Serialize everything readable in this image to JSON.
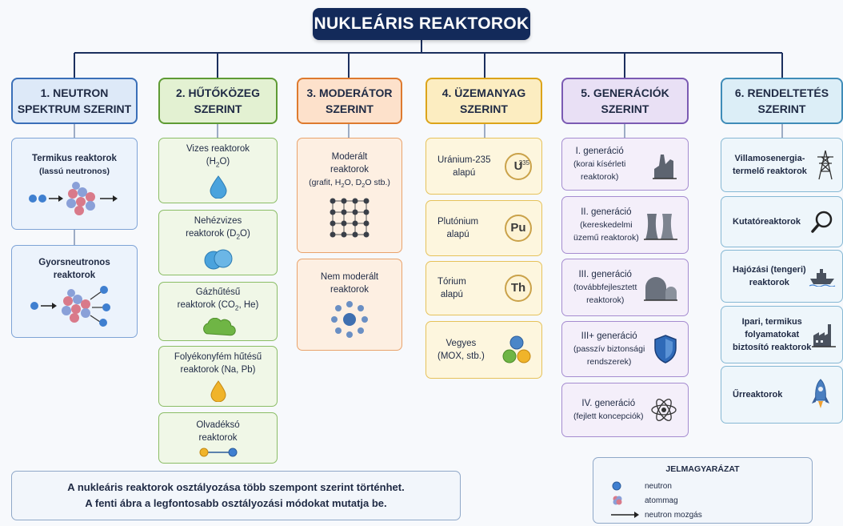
{
  "title": "NUKLEÁRIS REAKTOROK",
  "categories": [
    {
      "header": "1. NEUTRON\nSPEKTRUM SZERINT",
      "items": [
        {
          "label": "Termikus reaktorok",
          "sub": "(lassú neutronos)",
          "icon": "slow-neutron-fission-icon"
        },
        {
          "label": "Gyorsneutronos\nreaktorok",
          "icon": "fast-neutron-fission-icon"
        }
      ]
    },
    {
      "header": "2. HŰTŐKÖZEG\nSZERINT",
      "items": [
        {
          "label": "Vizes reaktorok",
          "formula": [
            "(H",
            "2",
            "O)"
          ],
          "icon": "water-drop-icon"
        },
        {
          "label": "Nehézvizes",
          "formula": [
            "reaktorok (D",
            "2",
            "O)"
          ],
          "icon": "heavy-water-drops-icon"
        },
        {
          "label": "Gázhűtésű",
          "formula": [
            "reaktorok (CO",
            "2",
            ", He)"
          ],
          "icon": "gas-cloud-icon"
        },
        {
          "label": "Folyékonyfém hűtésű\nreaktorok (Na, Pb)",
          "icon": "liquid-metal-drop-icon"
        },
        {
          "label": "Olvadéksó\nreaktorok",
          "icon": "molten-salt-icon"
        }
      ]
    },
    {
      "header": "3. MODERÁTOR\nSZERINT",
      "items": [
        {
          "label": "Moderált\nreaktorok",
          "formula": [
            "(grafit, H",
            "2",
            "O, D",
            "2",
            "O stb.)"
          ],
          "icon": "graphite-lattice-icon"
        },
        {
          "label": "Nem moderált\nreaktorok",
          "icon": "unmoderated-cluster-icon"
        }
      ]
    },
    {
      "header": "4. ÜZEMANYAG\nSZERINT",
      "items": [
        {
          "label": "Uránium-235\nalapú",
          "symbol": "U",
          "mass": "235",
          "icon": "uranium-icon"
        },
        {
          "label": "Plutónium\nalapú",
          "symbol": "Pu",
          "icon": "plutonium-icon"
        },
        {
          "label": "Tórium\nalapú",
          "symbol": "Th",
          "icon": "thorium-icon"
        },
        {
          "label": "Vegyes\n(MOX, stb.)",
          "icon": "mixed-fuel-icon"
        }
      ]
    },
    {
      "header": "5. GENERÁCIÓK\nSZERINT",
      "items": [
        {
          "label": "I. generáció",
          "sub": "(korai kísérleti\nreaktorok)",
          "icon": "early-plant-icon"
        },
        {
          "label": "II. generáció",
          "sub": "(kereskedelmi\nüzemű reaktorok)",
          "icon": "cooling-towers-icon"
        },
        {
          "label": "III. generáció",
          "sub": "(továbbfejlesztett\nreaktorok)",
          "icon": "containment-dome-icon"
        },
        {
          "label": "III+ generáció",
          "sub": "(passzív biztonsági\nrendszerek)",
          "icon": "shield-icon"
        },
        {
          "label": "IV. generáció",
          "sub": "(fejlett koncepciók)",
          "icon": "atom-icon"
        }
      ]
    },
    {
      "header": "6. RENDELTETÉS\nSZERINT",
      "items": [
        {
          "label": "Villamosenergia-\ntermelő reaktorok",
          "icon": "power-pylon-icon"
        },
        {
          "label": "Kutatóreaktorok",
          "icon": "magnifier-icon"
        },
        {
          "label": "Hajózási (tengeri)\nreaktorok",
          "icon": "ship-icon"
        },
        {
          "label": "Ipari, termikus\nfolyamatokat\nbiztosító reaktorok",
          "icon": "factory-icon"
        },
        {
          "label": "Űrreaktorok",
          "icon": "rocket-icon"
        }
      ]
    }
  ],
  "footer": {
    "line1": "A nukleáris reaktorok osztályozása több szempont szerint történhet.",
    "line2": "A fenti ábra a legfontosabb osztályozási módokat mutatja be."
  },
  "legend": {
    "title": "JELMAGYARÁZAT",
    "items": [
      {
        "label": "neutron",
        "icon": "neutron-dot-icon"
      },
      {
        "label": "atommag",
        "icon": "nucleus-icon"
      },
      {
        "label": "neutron mozgás",
        "icon": "arrow-icon"
      }
    ]
  },
  "colors": {
    "title_bg": "#132a5a",
    "cat1": "#3a6fb8",
    "cat2": "#5e9b34",
    "cat3": "#de7a2e",
    "cat4": "#dca419",
    "cat5": "#7b5ab3",
    "cat6": "#3f8cb8"
  }
}
